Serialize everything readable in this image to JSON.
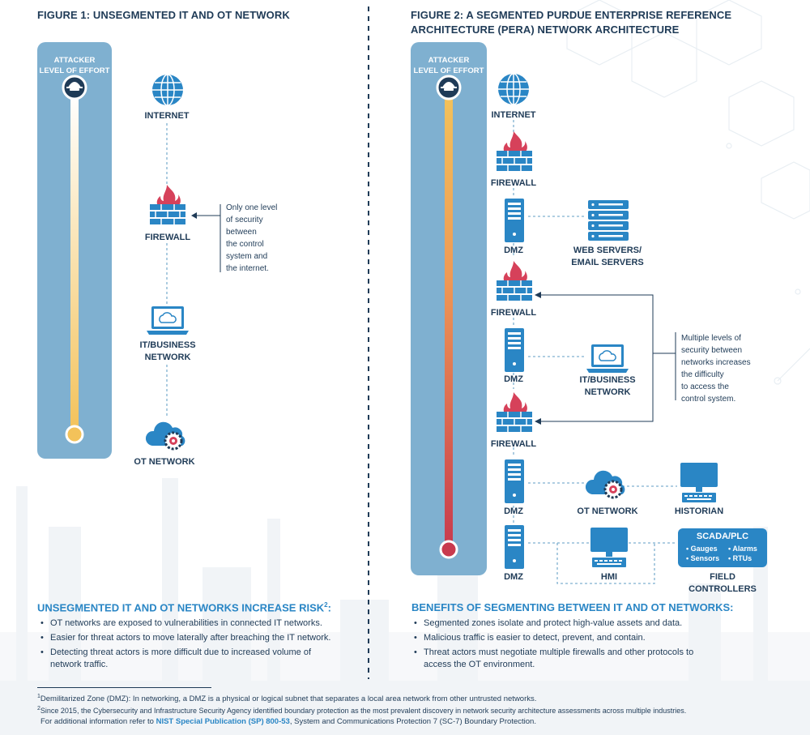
{
  "figure1": {
    "title": "FIGURE 1: UNSEGMENTED IT AND OT NETWORK",
    "bar_label": "ATTACKER\nLEVEL OF EFFORT",
    "internet": "INTERNET",
    "firewall": "FIREWALL",
    "it_business": "IT/BUSINESS\nNETWORK",
    "ot_network": "OT NETWORK",
    "note": "Only one level\nof security\nbetween\nthe control\nsystem and\nthe internet."
  },
  "figure2": {
    "title_line1": "FIGURE 2: A SEGMENTED PURDUE ENTERPRISE REFERENCE",
    "title_line2": "ARCHITECTURE (PERA) NETWORK ARCHITECTURE",
    "bar_label": "ATTACKER\nLEVEL OF EFFORT",
    "internet": "INTERNET",
    "firewall1": "FIREWALL",
    "dmz1": "DMZ",
    "web_servers": "WEB SERVERS/\nEMAIL SERVERS",
    "firewall2": "FIREWALL",
    "dmz2": "DMZ",
    "it_business": "IT/BUSINESS\nNETWORK",
    "firewall3": "FIREWALL",
    "dmz3": "DMZ",
    "ot_network": "OT NETWORK",
    "historian": "HISTORIAN",
    "dmz4": "DMZ",
    "hmi": "HMI",
    "scada_title": "SCADA/PLC",
    "scada_gauges": "Gauges",
    "scada_alarms": "Alarms",
    "scada_sensors": "Sensors",
    "scada_rtus": "RTUs",
    "field_controllers": "FIELD CONTROLLERS",
    "note": "Multiple levels of\nsecurity between\nnetworks increases\nthe difficulty\nto access the\ncontrol system."
  },
  "risk": {
    "heading": "UNSEGMENTED IT AND OT NETWORKS INCREASE RISK",
    "heading_sup": "2",
    "heading_colon": ":",
    "bullets": [
      "OT networks are exposed to vulnerabilities in connected IT networks.",
      "Easier for threat actors to move laterally after breaching the IT network.",
      "Detecting threat actors is more difficult due to increased volume of network traffic."
    ]
  },
  "benefits": {
    "heading": "BENEFITS OF SEGMENTING BETWEEN IT AND OT NETWORKS:",
    "bullets": [
      "Segmented zones isolate and protect high-value assets and data.",
      "Malicious traffic is easier to detect, prevent, and contain.",
      "Threat actors must negotiate multiple firewalls and other protocols to access the OT environment."
    ]
  },
  "footnotes": {
    "fn1_num": "1",
    "fn1_text": "Demilitarized Zone (DMZ): In networking, a DMZ is a physical or logical subnet that separates a local area network from other untrusted networks.",
    "fn2_num": "2",
    "fn2_text": "Since 2015, the Cybersecurity and Infrastructure Security Agency identified boundary protection as the most prevalent discovery in network security architecture assessments across multiple industries.",
    "fn3_prefix": "For additional information refer to ",
    "fn3_link": "NIST Special Publication (SP) 800-53",
    "fn3_suffix": ", System and Communications Protection 7 (SC-7) Boundary Protection."
  },
  "colors": {
    "navy": "#1f3b57",
    "accent_blue": "#2a86c5",
    "bar_blue": "#7fb0d0",
    "firewall_red": "#d6415a",
    "gauge_yellow": "#f3c25a",
    "gauge_red": "#c83a4e"
  },
  "icons": [
    "globe-icon",
    "firewall-icon",
    "laptop-cloud-icon",
    "cloud-gear-icon",
    "server-icon",
    "server-rack-icon",
    "monitor-icon",
    "hacker-icon"
  ]
}
